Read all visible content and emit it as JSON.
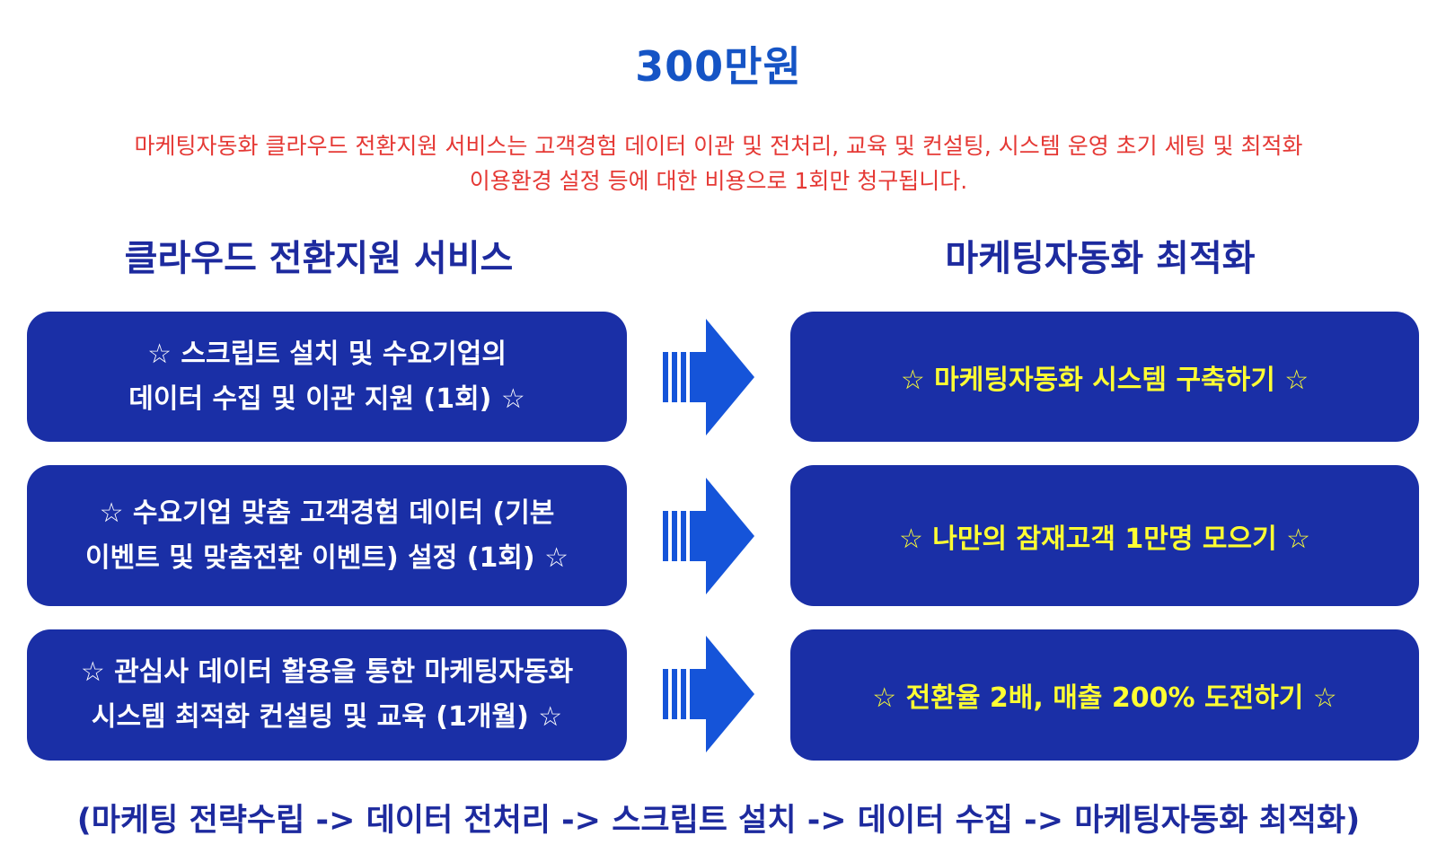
{
  "header": {
    "price": "300만원",
    "description_line1": "마케팅자동화 클라우드 전환지원 서비스는 고객경험 데이터 이관 및 전처리, 교육 및 컨설팅, 시스템 운영 초기 세팅 및 최적화",
    "description_line2": "이용환경 설정 등에 대한 비용으로 1회만 청구됩니다."
  },
  "columns": {
    "left_title": "클라우드 전환지원 서비스",
    "right_title": "마케팅자동화 최적화"
  },
  "rows": [
    {
      "left": "☆ 스크립트 설치 및 수요기업의\n데이터 수집 및 이관 지원 (1회) ☆",
      "right": "☆ 마케팅자동화 시스템 구축하기 ☆"
    },
    {
      "left": "☆ 수요기업 맞춤 고객경험 데이터 (기본\n이벤트 및 맞춤전환 이벤트) 설정 (1회) ☆",
      "right": "☆ 나만의 잠재고객 1만명 모으기 ☆"
    },
    {
      "left": "☆ 관심사 데이터 활용을 통한 마케팅자동화\n시스템 최적화 컨설팅 및 교육 (1개월) ☆",
      "right": "☆ 전환율 2배, 매출 200% 도전하기 ☆"
    }
  ],
  "footer": {
    "process": "(마케팅 전략수립 -> 데이터 전처리 -> 스크립트 설치 -> 데이터 수집 -> 마케팅자동화 최적화)"
  },
  "colors": {
    "price": "#1554c5",
    "description": "#e53935",
    "titles": "#1d2a9e",
    "box_fill": "#1a2fa6",
    "left_box_text": "#ffffff",
    "right_box_text": "#ffff33",
    "arrow": "#1554d9"
  },
  "icons": {
    "flow_arrow": "right-arrow-icon"
  }
}
